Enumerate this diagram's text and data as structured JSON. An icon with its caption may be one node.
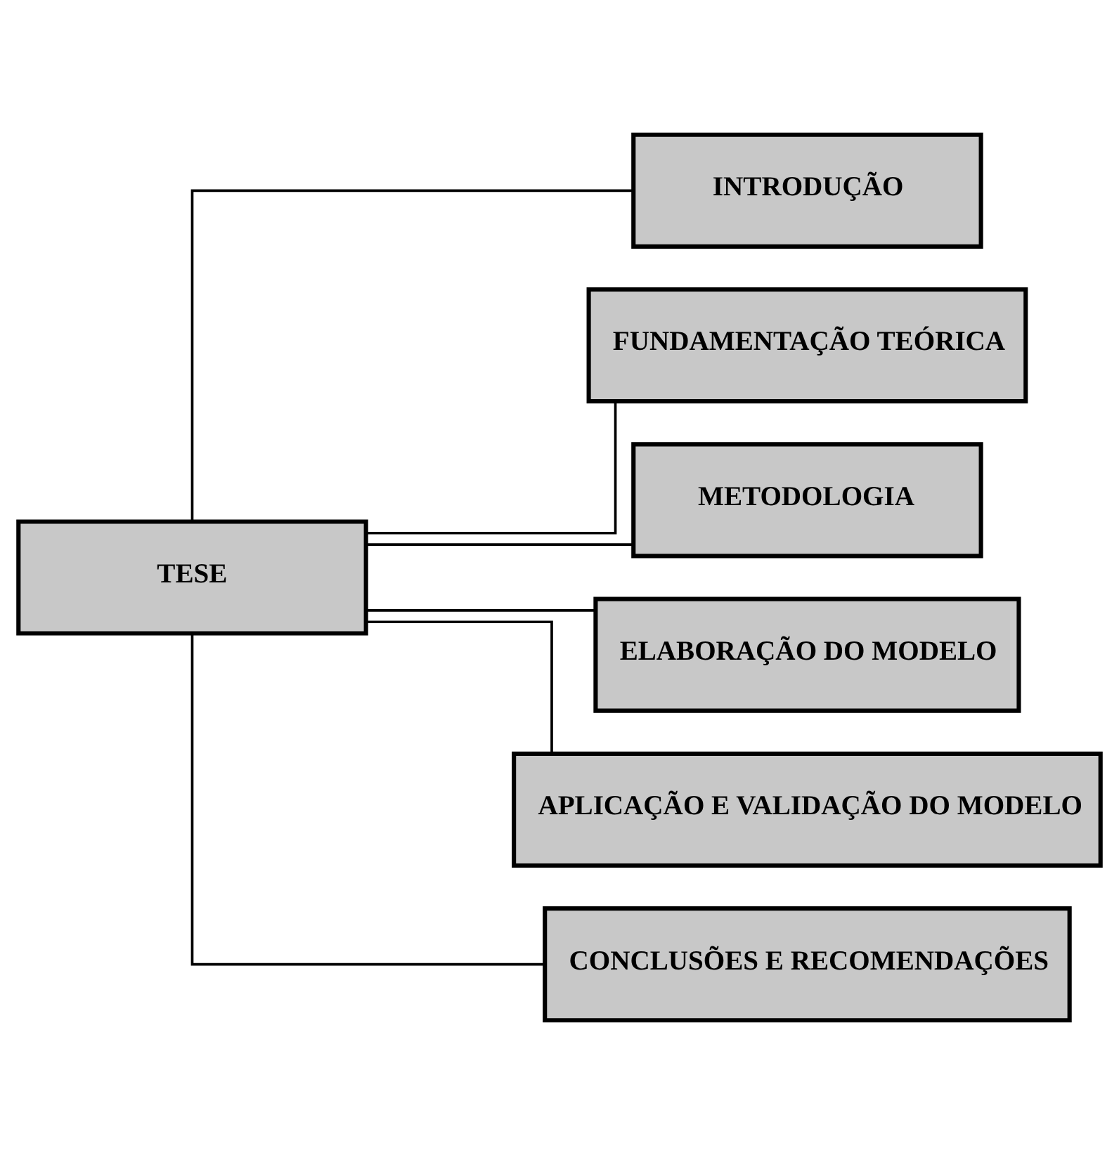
{
  "diagram": {
    "nodes": [
      {
        "text": [
          "TESE"
        ]
      },
      {
        "text": [
          "INTRODUÇÃO"
        ]
      },
      {
        "text": [
          "FUNDAMENTAÇÃO TEÓRICA"
        ]
      },
      {
        "text": [
          "METODOLOGIA"
        ]
      },
      {
        "text": [
          "ELABORAÇÃO DO MODELO"
        ]
      },
      {
        "text": [
          "APLICAÇÃO E VALIDAÇÃO DO MODELO"
        ]
      },
      {
        "text": [
          "CONCLUSÕES E RECOMENDAÇÕES"
        ]
      }
    ],
    "edges": [
      {
        "from": 0,
        "to": 1,
        "arrow": "none"
      },
      {
        "from": 0,
        "to": 2,
        "arrow": "none"
      },
      {
        "from": 0,
        "to": 3,
        "arrow": "none"
      },
      {
        "from": 0,
        "to": 4,
        "arrow": "none"
      },
      {
        "from": 0,
        "to": 5,
        "arrow": "none"
      },
      {
        "from": 0,
        "to": 6,
        "arrow": "none"
      }
    ]
  }
}
